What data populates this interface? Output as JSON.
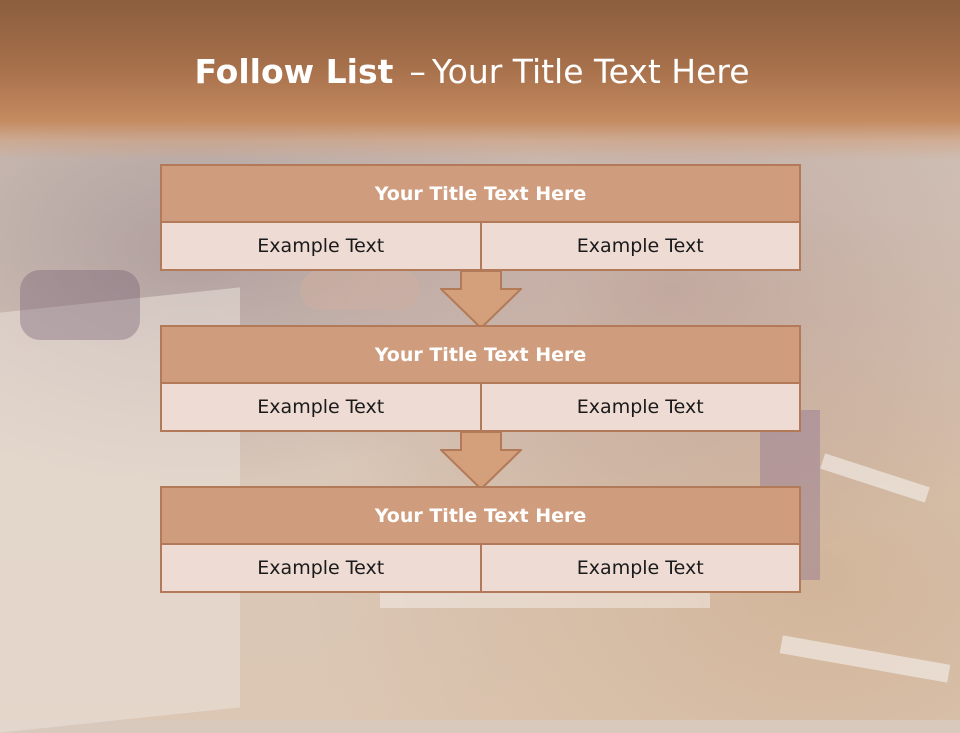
{
  "slide": {
    "title_bold": "Follow List",
    "title_separator": "–",
    "title_rest": "Your Title Text Here"
  },
  "steps": [
    {
      "title": "Your Title Text Here",
      "cells": [
        "Example Text",
        "Example Text"
      ]
    },
    {
      "title": "Your Title Text Here",
      "cells": [
        "Example Text",
        "Example Text"
      ]
    },
    {
      "title": "Your Title Text Here",
      "cells": [
        "Example Text",
        "Example Text"
      ]
    }
  ],
  "colors": {
    "header": "#a56f4a",
    "box_title_fill": "#cf9d7d",
    "box_cell_fill": "#eddbd4",
    "border": "#b27a58",
    "arrow_fill": "#d4a07c"
  }
}
